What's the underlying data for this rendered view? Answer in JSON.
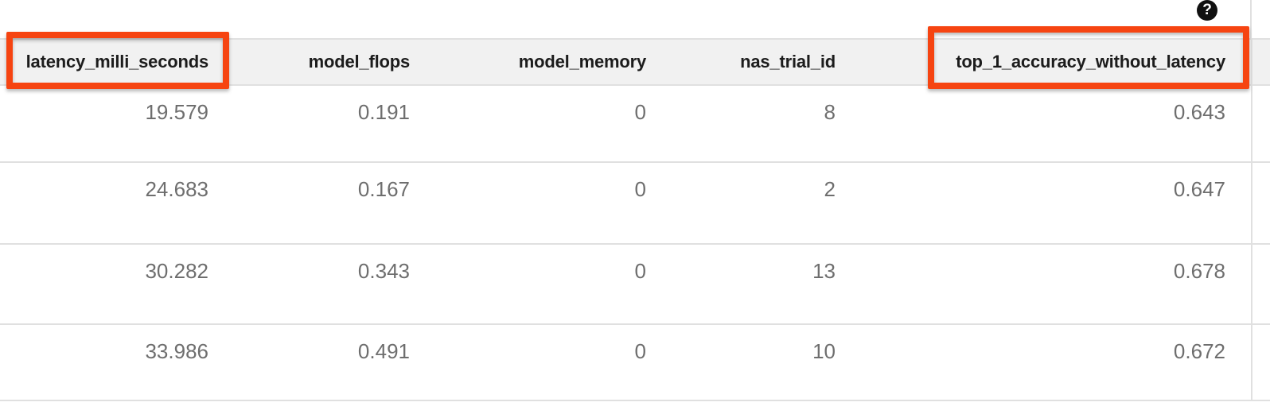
{
  "help": {
    "glyph": "?"
  },
  "table": {
    "columns": [
      {
        "label": "latency_milli_seconds",
        "highlighted": true
      },
      {
        "label": "model_flops",
        "highlighted": false
      },
      {
        "label": "model_memory",
        "highlighted": false
      },
      {
        "label": "nas_trial_id",
        "highlighted": false
      },
      {
        "label": "top_1_accuracy_without_latency",
        "highlighted": true
      }
    ],
    "rows": [
      [
        "19.579",
        "0.191",
        "0",
        "8",
        "0.643"
      ],
      [
        "24.683",
        "0.167",
        "0",
        "2",
        "0.647"
      ],
      [
        "30.282",
        "0.343",
        "0",
        "13",
        "0.678"
      ],
      [
        "33.986",
        "0.491",
        "0",
        "10",
        "0.672"
      ]
    ]
  },
  "colors": {
    "highlight": "#F64411",
    "border": "#e0e0e0",
    "header_bg": "#f1f1f1",
    "header_text": "#1c1c1c",
    "value_text": "#6e6e6e",
    "icon_bg": "#111111"
  }
}
